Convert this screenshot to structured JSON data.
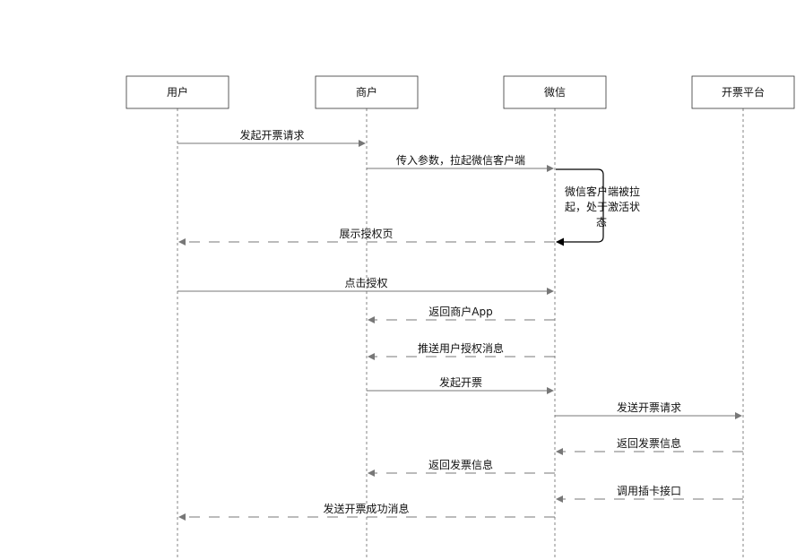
{
  "actors": [
    {
      "id": "user",
      "label": "用户"
    },
    {
      "id": "merchant",
      "label": "商户"
    },
    {
      "id": "wechat",
      "label": "微信"
    },
    {
      "id": "invoice",
      "label": "开票平台"
    }
  ],
  "messages": [
    {
      "from": "user",
      "to": "merchant",
      "label": "发起开票请求",
      "style": "solid"
    },
    {
      "from": "merchant",
      "to": "wechat",
      "label": "传入参数，拉起微信客户端",
      "style": "solid"
    },
    {
      "from": "wechat",
      "to": "user",
      "label": "展示授权页",
      "style": "dashed"
    },
    {
      "from": "user",
      "to": "wechat",
      "label": "点击授权",
      "style": "solid"
    },
    {
      "from": "wechat",
      "to": "merchant",
      "label": "返回商户App",
      "style": "dashed"
    },
    {
      "from": "wechat",
      "to": "merchant",
      "label": "推送用户授权消息",
      "style": "dashed"
    },
    {
      "from": "merchant",
      "to": "wechat",
      "label": "发起开票",
      "style": "solid"
    },
    {
      "from": "wechat",
      "to": "invoice",
      "label": "发送开票请求",
      "style": "solid"
    },
    {
      "from": "invoice",
      "to": "wechat",
      "label": "返回发票信息",
      "style": "dashed"
    },
    {
      "from": "wechat",
      "to": "merchant",
      "label": "返回发票信息",
      "style": "dashed"
    },
    {
      "from": "invoice",
      "to": "wechat",
      "label": "调用插卡接口",
      "style": "dashed"
    },
    {
      "from": "wechat",
      "to": "user",
      "label": "发送开票成功消息",
      "style": "dashed"
    }
  ],
  "self_call": {
    "actor": "wechat",
    "note_lines": [
      "微信客户端被拉",
      "起，处于激活状",
      "态"
    ]
  }
}
